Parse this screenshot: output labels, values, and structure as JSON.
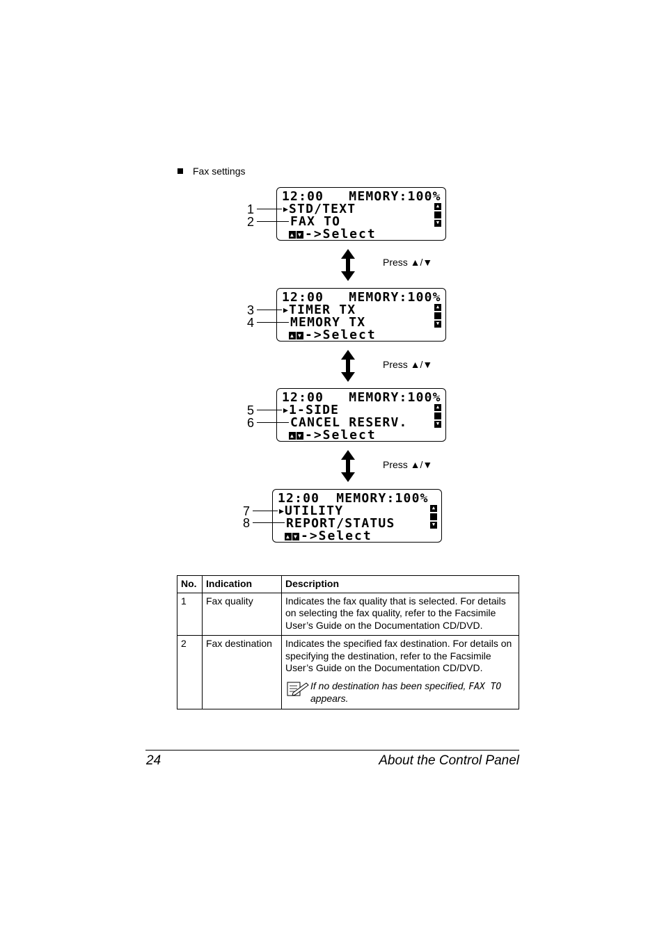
{
  "section_heading": "Fax settings",
  "press_label": "Press ▲/▼",
  "screens": [
    {
      "status": "12:00   MEMORY:100%",
      "item1": "STD/TEXT",
      "item2": "FAX TO",
      "select": "->Select",
      "n1": "1",
      "n2": "2"
    },
    {
      "status": "12:00   MEMORY:100%",
      "item1": "TIMER TX",
      "item2": "MEMORY TX",
      "select": "->Select",
      "n1": "3",
      "n2": "4"
    },
    {
      "status": "12:00   MEMORY:100%",
      "item1": "1-SIDE",
      "item2": "CANCEL RESERV.",
      "select": "->Select",
      "n1": "5",
      "n2": "6"
    },
    {
      "status": "12:00  MEMORY:100%",
      "item1": "UTILITY",
      "item2": "REPORT/STATUS",
      "select": "->Select",
      "n1": "7",
      "n2": "8"
    }
  ],
  "table": {
    "headers": [
      "No.",
      "Indication",
      "Description"
    ],
    "rows": [
      {
        "no": "1",
        "indication": "Fax quality",
        "description": "Indicates the fax quality that is selected. For details on selecting the fax quality, refer to the Facsimile User’s Guide on the Documentation CD/DVD."
      },
      {
        "no": "2",
        "indication": "Fax destination",
        "description": "Indicates the specified fax destination. For details on specifying the destination, refer to the Facsimile User’s Guide on the Documentation CD/DVD.",
        "note_prefix": "If no destination has been specified, ",
        "note_code": "FAX TO",
        "note_suffix": " appears."
      }
    ]
  },
  "footer": {
    "page_number": "24",
    "title": "About the Control Panel"
  }
}
